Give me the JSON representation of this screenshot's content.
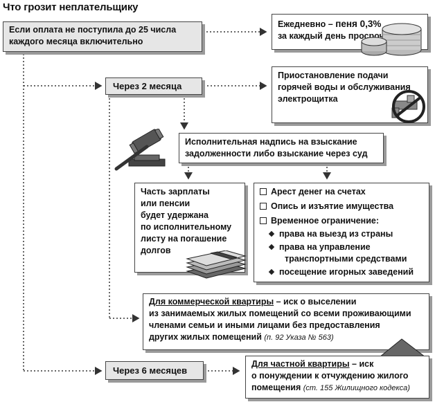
{
  "title": "Что грозит неплательщику",
  "start_box": {
    "lines": [
      "Если оплата не поступила до 25 числа",
      "каждого месяца включительно"
    ]
  },
  "penalty_box": {
    "line1_prefix": "Ежедневно –",
    "line1_bold": "пеня 0,3%",
    "line2": "за каждый день просрочки"
  },
  "step_2_months": {
    "label": "Через 2 месяца"
  },
  "suspension_box": {
    "lines": [
      "Приостановление подачи",
      "горячей воды и обслуживания",
      "электрощитка"
    ]
  },
  "enforcement_box": {
    "lines": [
      "Исполнительная надпись на взыскание",
      "задолженности либо взыскание через суд"
    ]
  },
  "salary_box": {
    "lines": [
      "Часть зарплаты",
      "или пенсии",
      "будет удержана",
      "по исполнительному",
      "листу на погашение",
      "долгов"
    ]
  },
  "measures_box": {
    "items": [
      "Арест денег на счетах",
      "Опись и изъятие имущества",
      "Временное ограничение:"
    ],
    "sub_items": [
      "права на выезд из страны",
      "права на управление",
      "транспортными средствами",
      "посещение игорных заведений"
    ]
  },
  "commercial_box": {
    "heading": "Для коммерческой квартиры",
    "dash": " – ",
    "rest_line1": "иск о выселении",
    "lines": [
      "из занимаемых жилых помещений со всеми проживающими",
      "членами семьи и иными лицами без предоставления"
    ],
    "last_line": "других жилых помещений",
    "source": "(п. 92 Указа № 563)"
  },
  "step_6_months": {
    "label": "Через 6 месяцев"
  },
  "private_box": {
    "heading": "Для частной квартиры",
    "dash": " – ",
    "rest_line1": "иск",
    "line2": "о понуждении к отчуждению жилого",
    "line3": "помещения",
    "source": "(ст. 155 Жилищного кодекса)"
  },
  "icons": [
    "coins-icon",
    "tap-prohibited-icon",
    "gavel-icon",
    "money-stack-icon",
    "house-chain-icon"
  ]
}
